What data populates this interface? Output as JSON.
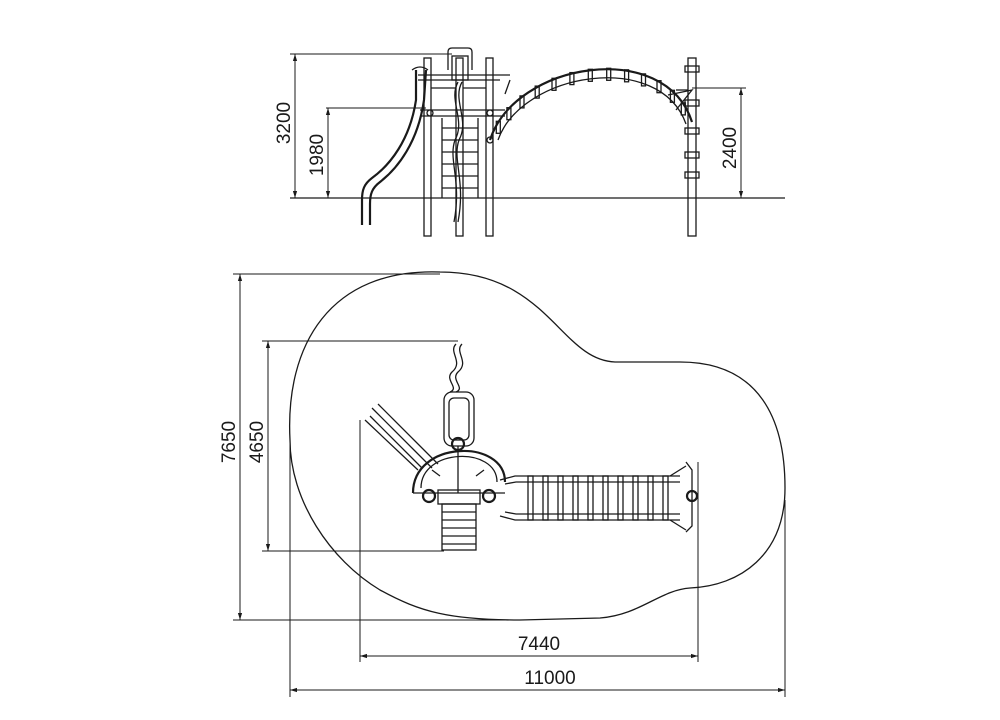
{
  "side_view": {
    "dim_total_height": "3200",
    "dim_platform_height": "1980",
    "dim_arch_height": "2400"
  },
  "plan_view": {
    "dim_safety_depth": "7650",
    "dim_equipment_depth": "4650",
    "dim_equipment_length": "7440",
    "dim_safety_length": "11000"
  },
  "colors": {
    "line": "#1a1a1a",
    "background": "#ffffff"
  }
}
